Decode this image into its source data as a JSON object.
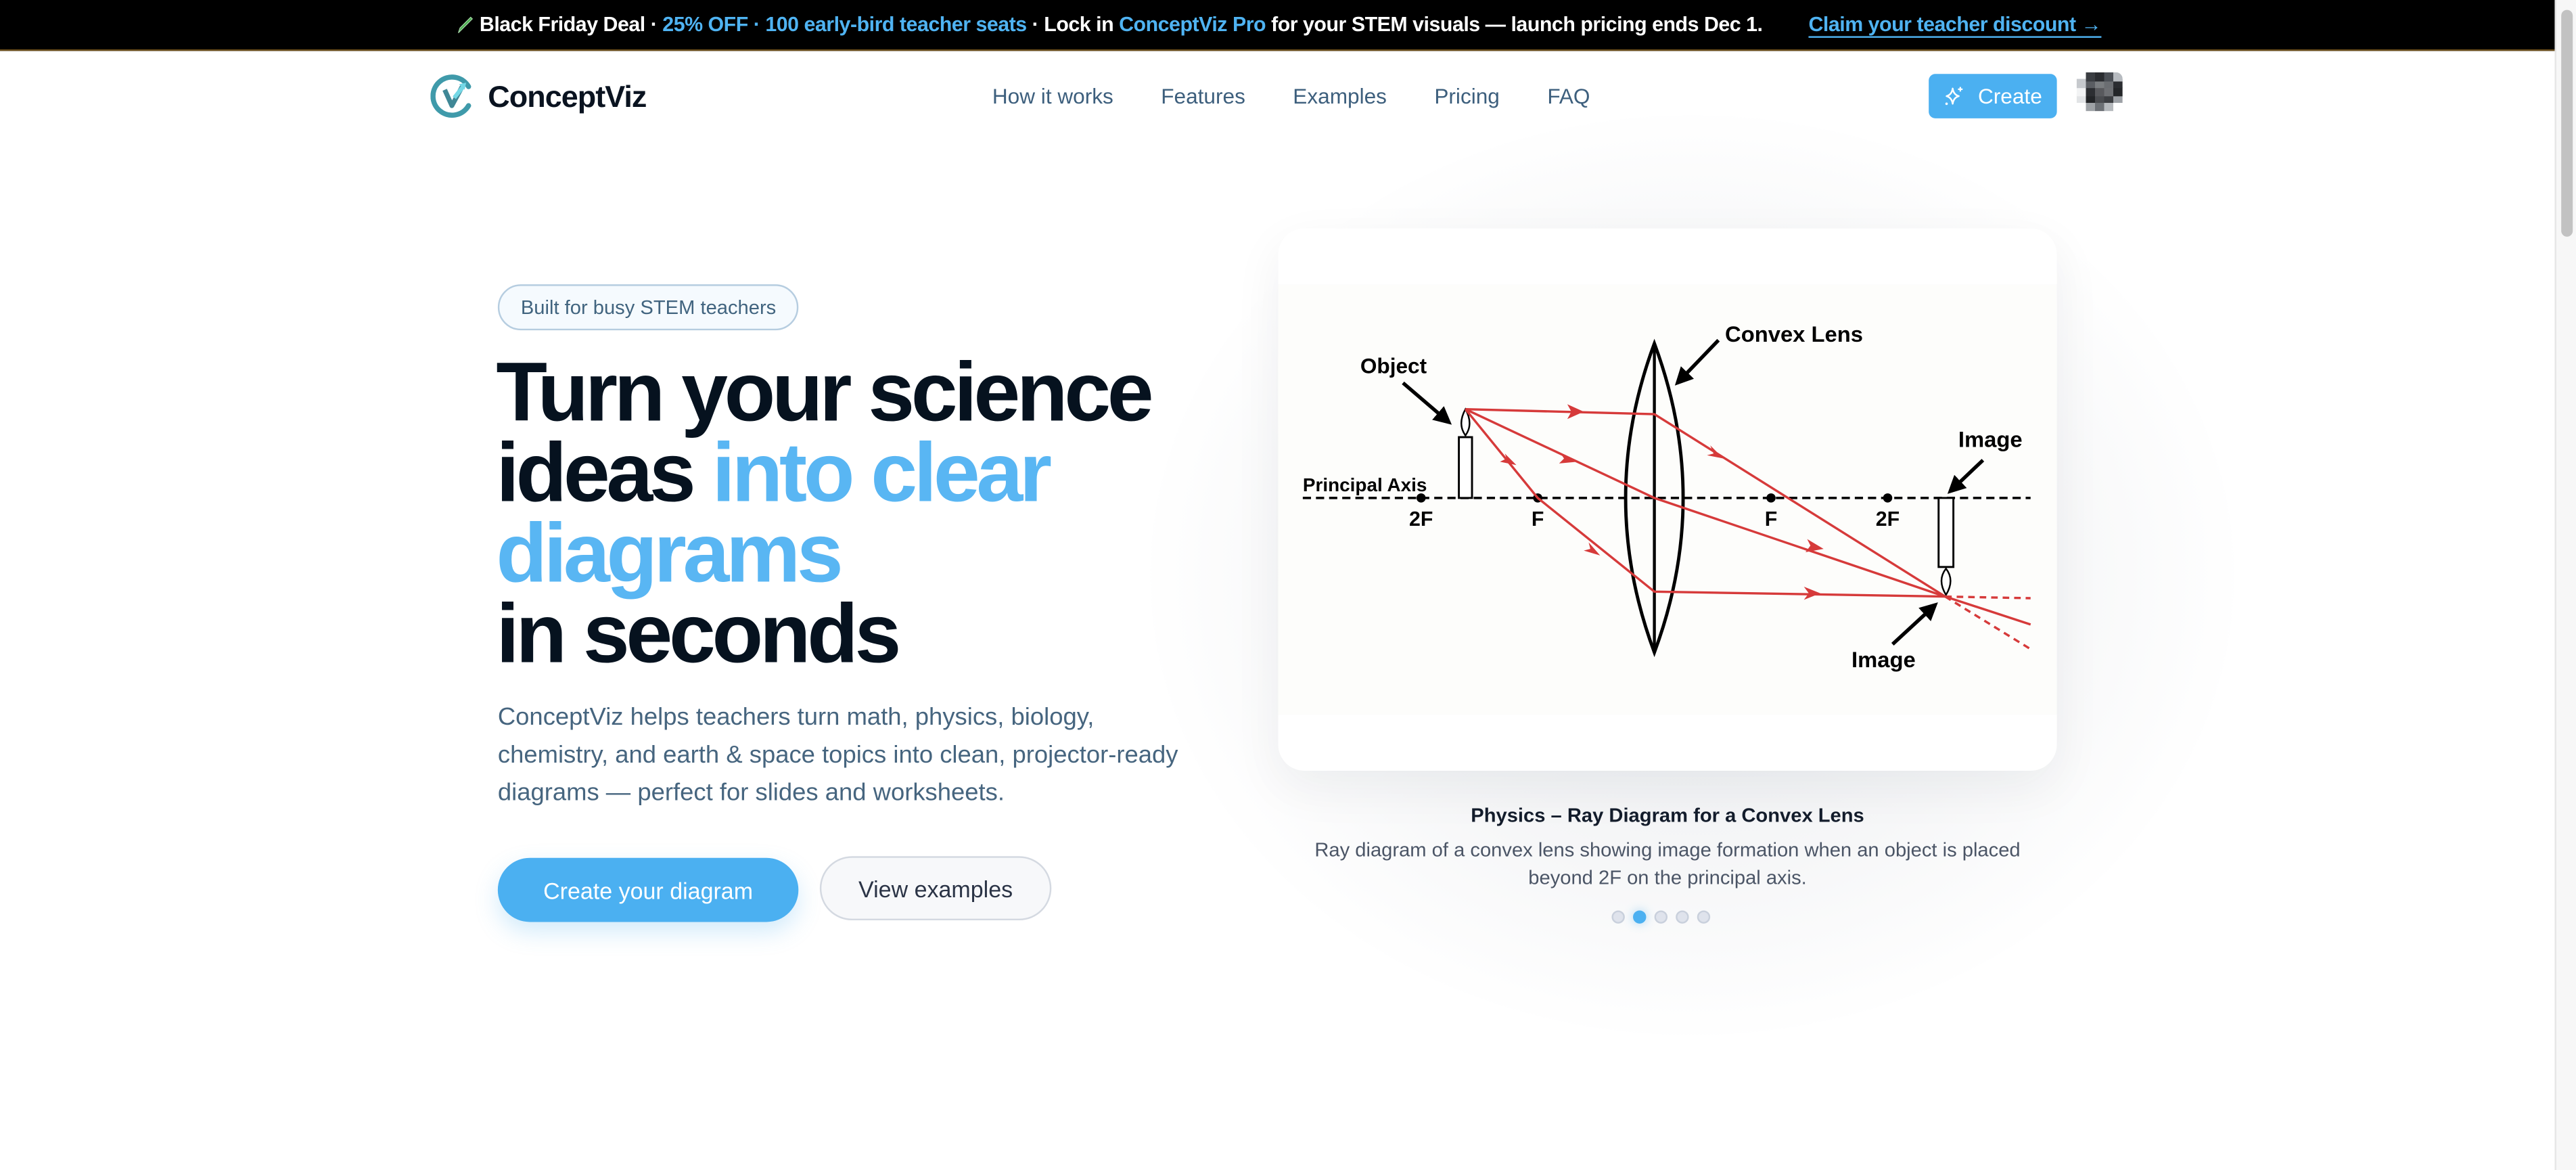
{
  "promo": {
    "lead": "Black Friday Deal",
    "sep": " · ",
    "discount": "25% OFF",
    "seats": "100 early-bird teacher seats",
    "lock_in": "Lock in ",
    "product": "ConceptViz Pro",
    "tail": " for your STEM visuals — launch pricing ends Dec 1.",
    "cta": "Claim your teacher discount →",
    "accent_color": "#4fb3f2"
  },
  "nav": {
    "brand": "ConceptViz",
    "links": [
      "How it works",
      "Features",
      "Examples",
      "Pricing",
      "FAQ"
    ],
    "create_label": "Create",
    "icons": {
      "create": "sparkles-icon",
      "avatar": "user-avatar"
    }
  },
  "hero": {
    "badge": "Built for busy STEM teachers",
    "headline": {
      "line1": "Turn your science",
      "line2_dark": "ideas ",
      "line2_accent": "into clear",
      "line3_accent": "diagrams",
      "line4": "in seconds"
    },
    "subtitle": "ConceptViz helps teachers turn math, physics, biology, chemistry, and earth & space topics into clean, projector-ready diagrams — perfect for slides and worksheets.",
    "primary_cta": "Create your diagram",
    "secondary_cta": "View examples",
    "accent_color": "#59b6f3",
    "button_color": "#4bb0f1"
  },
  "showcase": {
    "diagram": {
      "labels": {
        "object": "Object",
        "lens": "Convex Lens",
        "axis": "Principal Axis",
        "image_top": "Image",
        "image_bottom": "Image",
        "f_left": "F",
        "twof_left": "2F",
        "f_right": "F",
        "twof_right": "2F"
      },
      "ray_color": "#d63a3a"
    },
    "title": "Physics – Ray Diagram for a Convex Lens",
    "description": "Ray diagram of a convex lens showing image formation when an object is placed beyond 2F on the principal axis.",
    "carousel": {
      "count": 5,
      "active_index": 1
    }
  }
}
